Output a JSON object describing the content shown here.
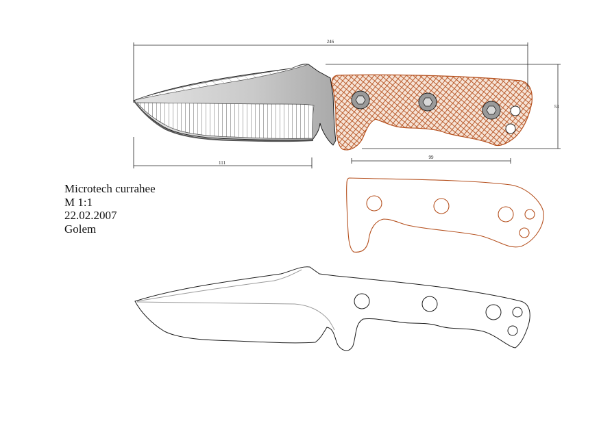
{
  "info": {
    "model": "Microtech currahee",
    "scale": "M 1:1",
    "date": "22.02.2007",
    "author": "Golem"
  },
  "dimensions": {
    "overall_length": "246",
    "blade_length": "111",
    "handle_length": "99",
    "height": "53"
  },
  "colors": {
    "scales": "#b5501e",
    "outline": "#1a1a1a",
    "screw": "#8a8a8a",
    "dimension_line": "#222222"
  }
}
